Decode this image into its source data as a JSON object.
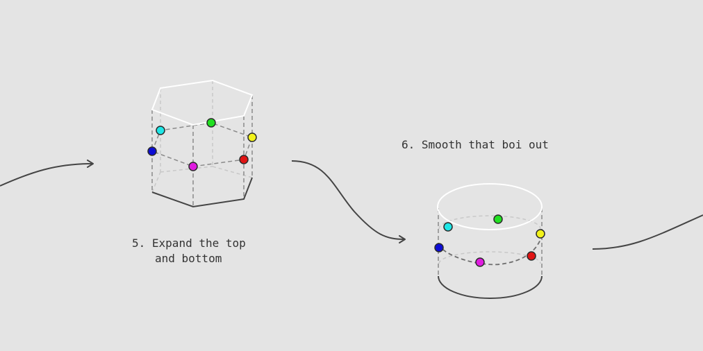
{
  "steps": [
    {
      "number": "5.",
      "caption_line1": "Expand the top",
      "caption_line2": "and bottom"
    },
    {
      "number": "6.",
      "caption": "Smooth that boi out"
    }
  ],
  "colors": {
    "background": "#e4e4e4",
    "line": "#444444",
    "highlight_edge": "#ffffff",
    "hidden_edge": "#c8c8c8",
    "dashed_ring": "#8a8a8a",
    "points": {
      "cyan": "#1fe6e6",
      "green": "#22e022",
      "yellow": "#f2f21a",
      "blue": "#0d0dd4",
      "magenta": "#e01ce0",
      "red": "#e01414"
    }
  },
  "icons": [
    "arrow-head-icon"
  ]
}
